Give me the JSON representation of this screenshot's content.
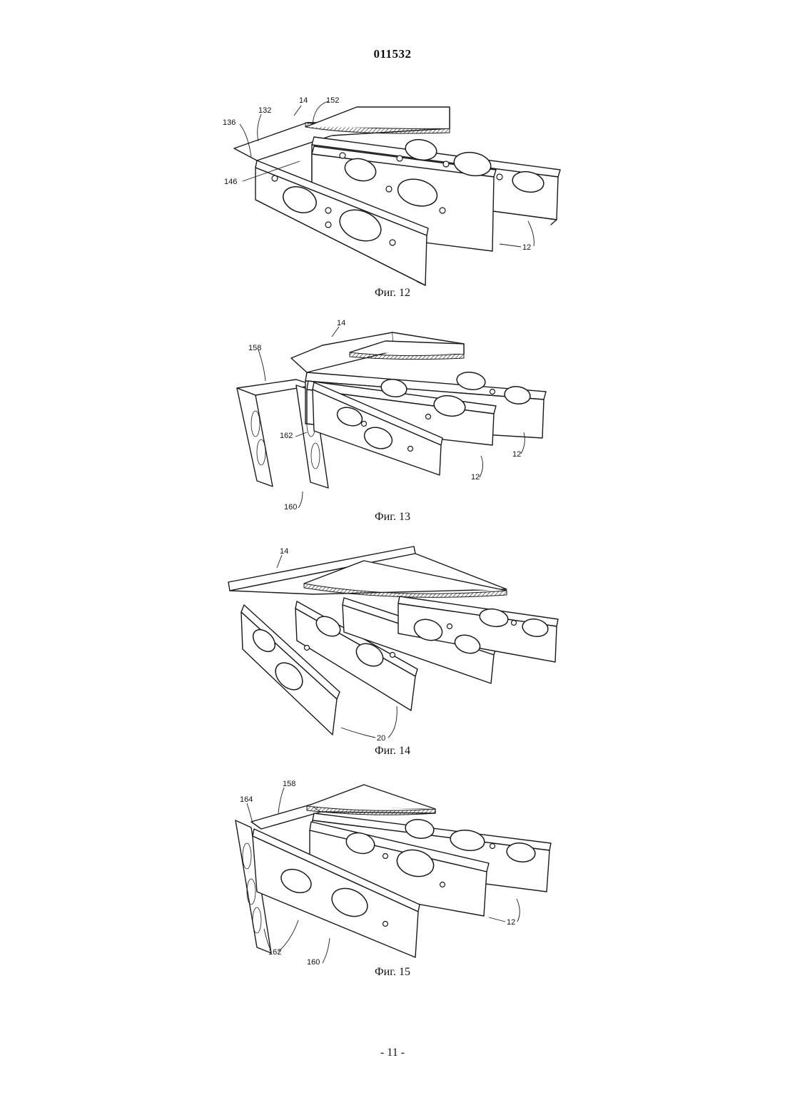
{
  "document": {
    "number": "011532",
    "page_number": "- 11 -"
  },
  "figures": [
    {
      "caption": "Фиг. 12",
      "refs": [
        "136",
        "132",
        "14",
        "152",
        "146",
        "12"
      ]
    },
    {
      "caption": "Фиг. 13",
      "refs": [
        "14",
        "158",
        "162",
        "160",
        "12",
        "12"
      ]
    },
    {
      "caption": "Фиг. 14",
      "refs": [
        "14",
        "20"
      ]
    },
    {
      "caption": "Фиг. 15",
      "refs": [
        "158",
        "164",
        "162",
        "160",
        "12"
      ]
    }
  ]
}
